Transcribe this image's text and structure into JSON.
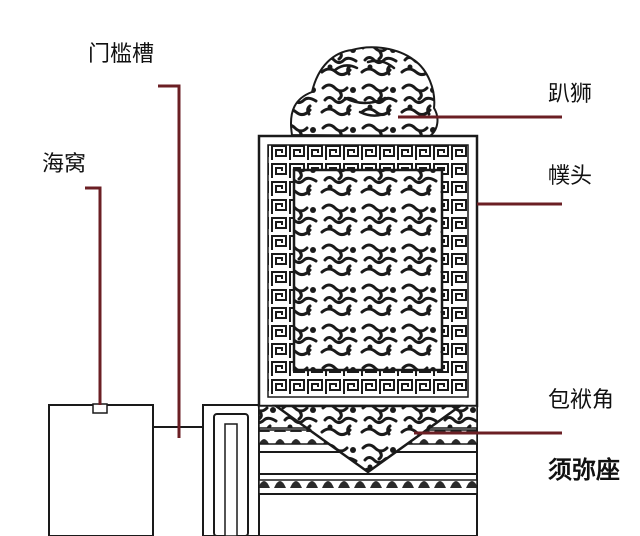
{
  "labels": {
    "menkancao": "门槛槽",
    "haiwo": "海窝",
    "pashi": "趴狮",
    "putou": "幞头",
    "baofujiao": "包袱角",
    "xumizuo": "须弥座"
  },
  "colors": {
    "leader_line": "#6b1f24",
    "stone_outline": "#1a1a1a",
    "background": "#ffffff"
  }
}
